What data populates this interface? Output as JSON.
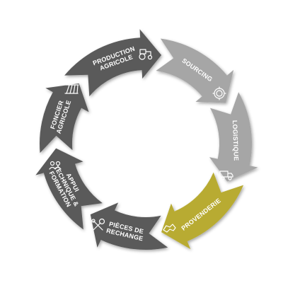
{
  "diagram": {
    "segments": [
      {
        "id": "production",
        "lines": [
          "PRODUCTION",
          "AGRICOLE"
        ],
        "color": "#5a5a5a",
        "icon": "tractor-icon"
      },
      {
        "id": "sourcing",
        "lines": [
          "SOURCING"
        ],
        "color": "#a6a6a6",
        "icon": "gear-globe-icon"
      },
      {
        "id": "logistique",
        "lines": [
          "LOGISTIQUE"
        ],
        "color": "#a6a6a6",
        "icon": "truck-icon"
      },
      {
        "id": "provenderie",
        "lines": [
          "PROVENDERIE"
        ],
        "color": "#b8ab32",
        "icon": "livestock-icon"
      },
      {
        "id": "pieces",
        "lines": [
          "PIÈCES DE",
          "RECHANGE"
        ],
        "color": "#5a5a5a",
        "icon": "wrench-icon"
      },
      {
        "id": "appui",
        "lines": [
          "APPUI",
          "TECHNIQUE &",
          "FORMATION"
        ],
        "color": "#5a5a5a",
        "icon": "training-icon"
      },
      {
        "id": "foncier",
        "lines": [
          "FONCIER",
          "AGRICOLE"
        ],
        "color": "#5a5a5a",
        "icon": "field-icon"
      }
    ]
  }
}
